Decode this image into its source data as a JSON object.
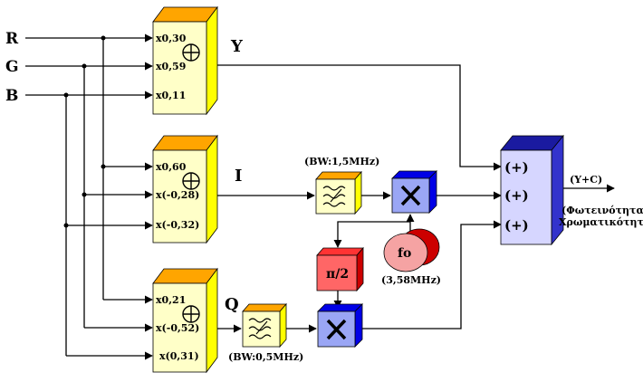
{
  "inputs": {
    "r": "R",
    "g": "G",
    "b": "B"
  },
  "matrix_y": {
    "c1": "x0,30",
    "c2": "x0,59",
    "c3": "x0,11",
    "out": "Y"
  },
  "matrix_i": {
    "c1": "x0,60",
    "c2": "x(-0,28)",
    "c3": "x(-0,32)",
    "out": "I"
  },
  "matrix_q": {
    "c1": "x0,21",
    "c2": "x(-0,52)",
    "c3": "x(0,31)",
    "out": "Q"
  },
  "filter_i": {
    "bandwidth": "(BW:1,5MHz)"
  },
  "filter_q": {
    "bandwidth": "(BW:0,5MHz)"
  },
  "phase_shifter": {
    "label": "π/2"
  },
  "oscillator": {
    "label": "fo",
    "frequency": "(3,58MHz)"
  },
  "output_adder": {
    "in1": "(+)",
    "in2": "(+)",
    "in3": "(+)",
    "out": "(Y+C)",
    "caption_line1": "(Φωτεινότητα+",
    "caption_line2": "Χρωματικότητα)"
  },
  "colors": {
    "matrix_face": "#ffffc8",
    "matrix_top": "#ffa500",
    "matrix_side": "#ffff00",
    "multiplier_face": "#9aa6f5",
    "multiplier_side": "#0000e6",
    "phase_face": "#ff6666",
    "phase_side": "#cc0000",
    "oscillator": "#f5a3a3",
    "adder_face": "#d6d6ff",
    "adder_side": "#3333cc"
  },
  "icons": {
    "sum": "circled-plus-icon",
    "multiply": "multiply-x-icon",
    "filter": "lowpass-filter-icon"
  }
}
